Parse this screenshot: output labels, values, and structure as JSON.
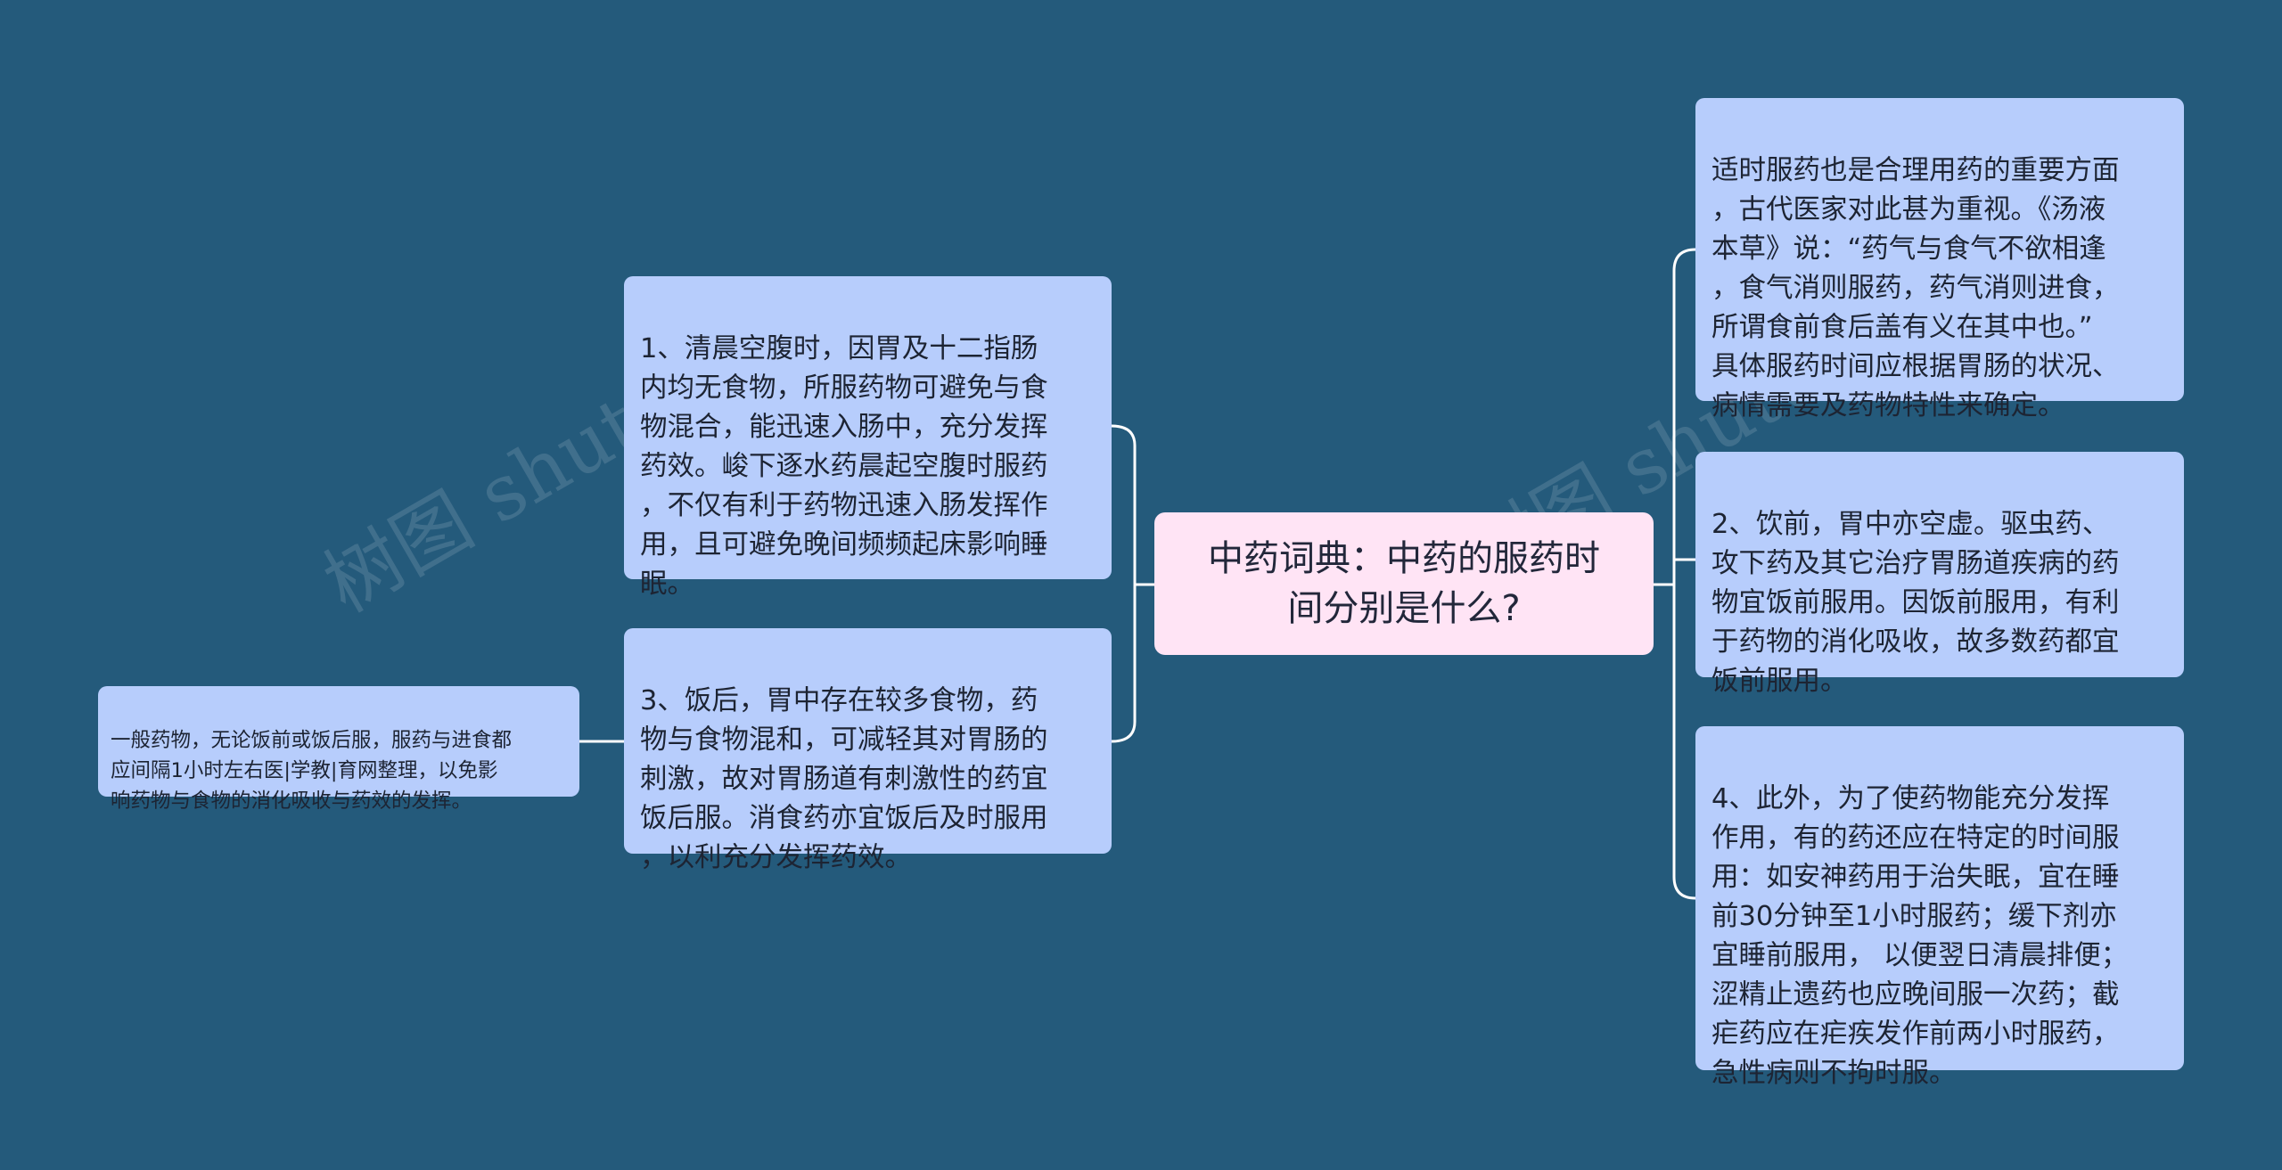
{
  "root": {
    "title": "中药词典：中药的服药时\n间分别是什么?"
  },
  "left_nodes": [
    {
      "text": "1、清晨空腹时，因胃及十二指肠\n内均无食物，所服药物可避免与食\n物混合，能迅速入肠中，充分发挥\n药效。峻下逐水药晨起空腹时服药\n，不仅有利于药物迅速入肠发挥作\n用，且可避免晚间频频起床影响睡\n眠。"
    },
    {
      "text": "3、饭后，胃中存在较多食物，药\n物与食物混和，可减轻其对胃肠的\n刺激，故对胃肠道有刺激性的药宜\n饭后服。消食药亦宜饭后及时服用\n，以利充分发挥药效。"
    }
  ],
  "far_left_node": {
    "text": "一般药物，无论饭前或饭后服，服药与进食都\n应间隔1小时左右医|学教|育网整理，以免影\n响药物与食物的消化吸收与药效的发挥。"
  },
  "right_nodes": [
    {
      "text": "适时服药也是合理用药的重要方面\n，古代医家对此甚为重视。《汤液\n本草》说：“药气与食气不欲相逢\n，食气消则服药，药气消则进食，\n所谓食前食后盖有义在其中也。”\n具体服药时间应根据胃肠的状况、\n病情需要及药物特性来确定。"
    },
    {
      "text": "2、饮前，胃中亦空虚。驱虫药、\n攻下药及其它治疗胃肠道疾病的药\n物宜饭前服用。因饭前服用，有利\n于药物的消化吸收，故多数药都宜\n饭前服用。"
    },
    {
      "text": "4、此外，为了使药物能充分发挥\n作用，有的药还应在特定的时间服\n用：如安神药用于治失眠，宜在睡\n前30分钟至1小时服药；缓下剂亦\n宜睡前服用， 以便翌日清晨排便；\n涩精止遗药也应晚间服一次药；截\n疟药应在疟疾发作前两小时服药，\n急性病则不拘时服。"
    }
  ],
  "watermarks": [
    "树图 shutu.cn",
    "树图 shutu.cn"
  ],
  "colors": {
    "background": "#245a7b",
    "node": "#b7cdfc",
    "root": "#ffe4f5",
    "connector": "#ffffff"
  }
}
